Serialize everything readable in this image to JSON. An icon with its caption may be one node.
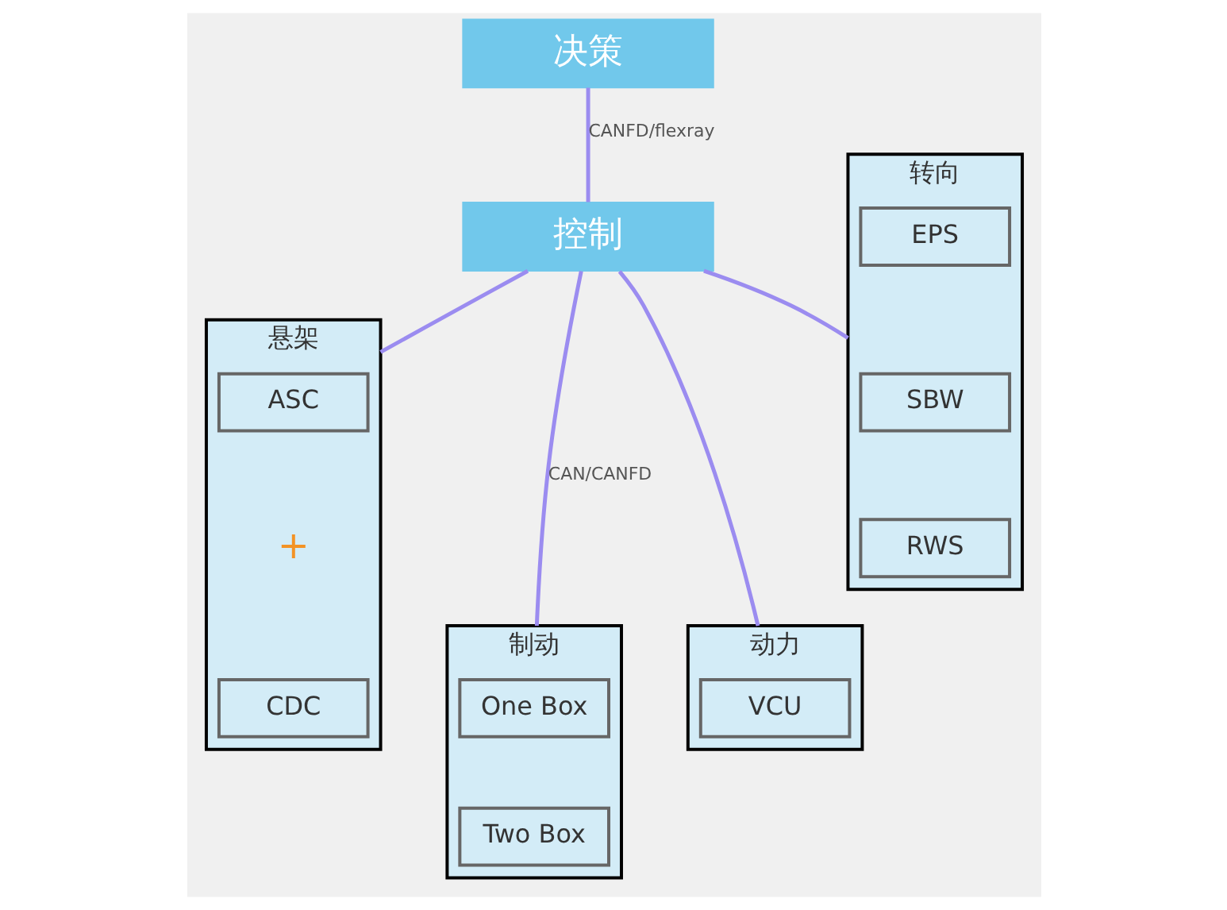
{
  "diagram": {
    "nodes": [
      {
        "text": [
          "决策"
        ]
      },
      {
        "text": [
          "控制"
        ]
      },
      {
        "text": [
          "转向"
        ]
      },
      {
        "text": [
          "EPS"
        ],
        "in": 2
      },
      {
        "text": [
          "SBW"
        ],
        "in": 2
      },
      {
        "text": [
          "RWS"
        ],
        "in": 2
      },
      {
        "text": [
          "悬架"
        ]
      },
      {
        "text": [
          "ASC"
        ],
        "in": 6
      },
      {
        "text": [
          "CDC"
        ],
        "in": 6
      },
      {
        "text": [
          "制动"
        ]
      },
      {
        "text": [
          "One Box"
        ],
        "in": 9
      },
      {
        "text": [
          "Two Box"
        ],
        "in": 9
      },
      {
        "text": [
          "动力"
        ]
      },
      {
        "text": [
          "VCU"
        ],
        "in": 12
      }
    ],
    "edges": [
      {
        "from": 0,
        "to": 1,
        "arrow": "none",
        "label": "CANFD/flexray"
      },
      {
        "from": 1,
        "to": 2,
        "arrow": "none"
      },
      {
        "from": 1,
        "to": 6,
        "arrow": "none"
      },
      {
        "from": 1,
        "to": 9,
        "arrow": "none",
        "label": "CAN/CANFD"
      },
      {
        "from": 1,
        "to": 12,
        "arrow": "none"
      }
    ],
    "labels": [
      "+"
    ]
  }
}
